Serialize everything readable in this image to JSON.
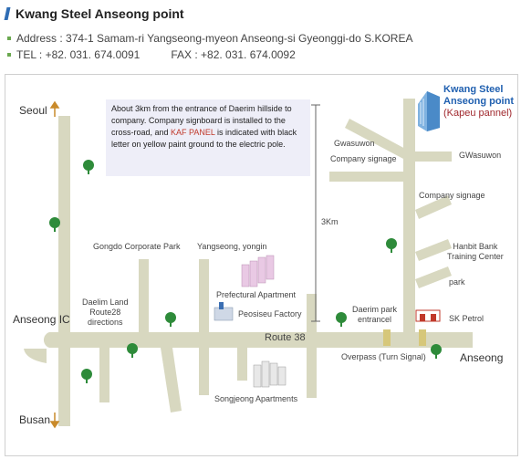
{
  "header": {
    "title": "Kwang Steel Anseong point"
  },
  "contact": {
    "address": "Address : 374-1 Samam-ri Yangseong-myeon Anseong-si Gyeonggi-do S.KOREA",
    "tel": "TEL : +82. 031. 674.0091",
    "fax": "FAX : +82. 031. 674.0092"
  },
  "map": {
    "note": {
      "part1": "About 3km from the entrance of Daerim hillside to company.  Company signboard is installed to the cross-road, and ",
      "highlight": "KAF PANEL",
      "part2": " is indicated with black letter on yellow paint ground to the electric pole."
    },
    "hq": {
      "line1": "Kwang Steel",
      "line2": "Anseong point",
      "line3": "(Kapeu pannel)"
    },
    "colors": {
      "road": "#d8d8c0",
      "hq_blue": "#2060b0",
      "hq_red": "#a0282d",
      "highlight": "#c0392b",
      "tree": "#2e8b3a"
    },
    "labels": {
      "seoul": "Seoul",
      "busan": "Busan",
      "anseong_ic": "Anseong IC",
      "anseong": "Anseong",
      "route38": "Route 38",
      "distance": "3Km",
      "gwasuwon1": "Gwasuwon",
      "gwasuwon2": "GWasuwon",
      "company_signage1": "Company signage",
      "company_signage2": "Company signage",
      "hanbit_bank": "Hanbit Bank\nTraining Center",
      "park": "park",
      "sk_petrol": "SK Petrol",
      "daerim_park": "Daerim park\nentrancel",
      "overpass": "Overpass (Turn Signal)",
      "gongdo": "Gongdo Corporate Park",
      "yangseong": "Yangseong, yongin",
      "prefectural": "Prefectural Apartment",
      "peosiseu": "Peosiseu Factory",
      "daelim_land": "Daelim Land\nRoute28\ndirections",
      "songjeong": "Songjeong Apartments"
    }
  }
}
